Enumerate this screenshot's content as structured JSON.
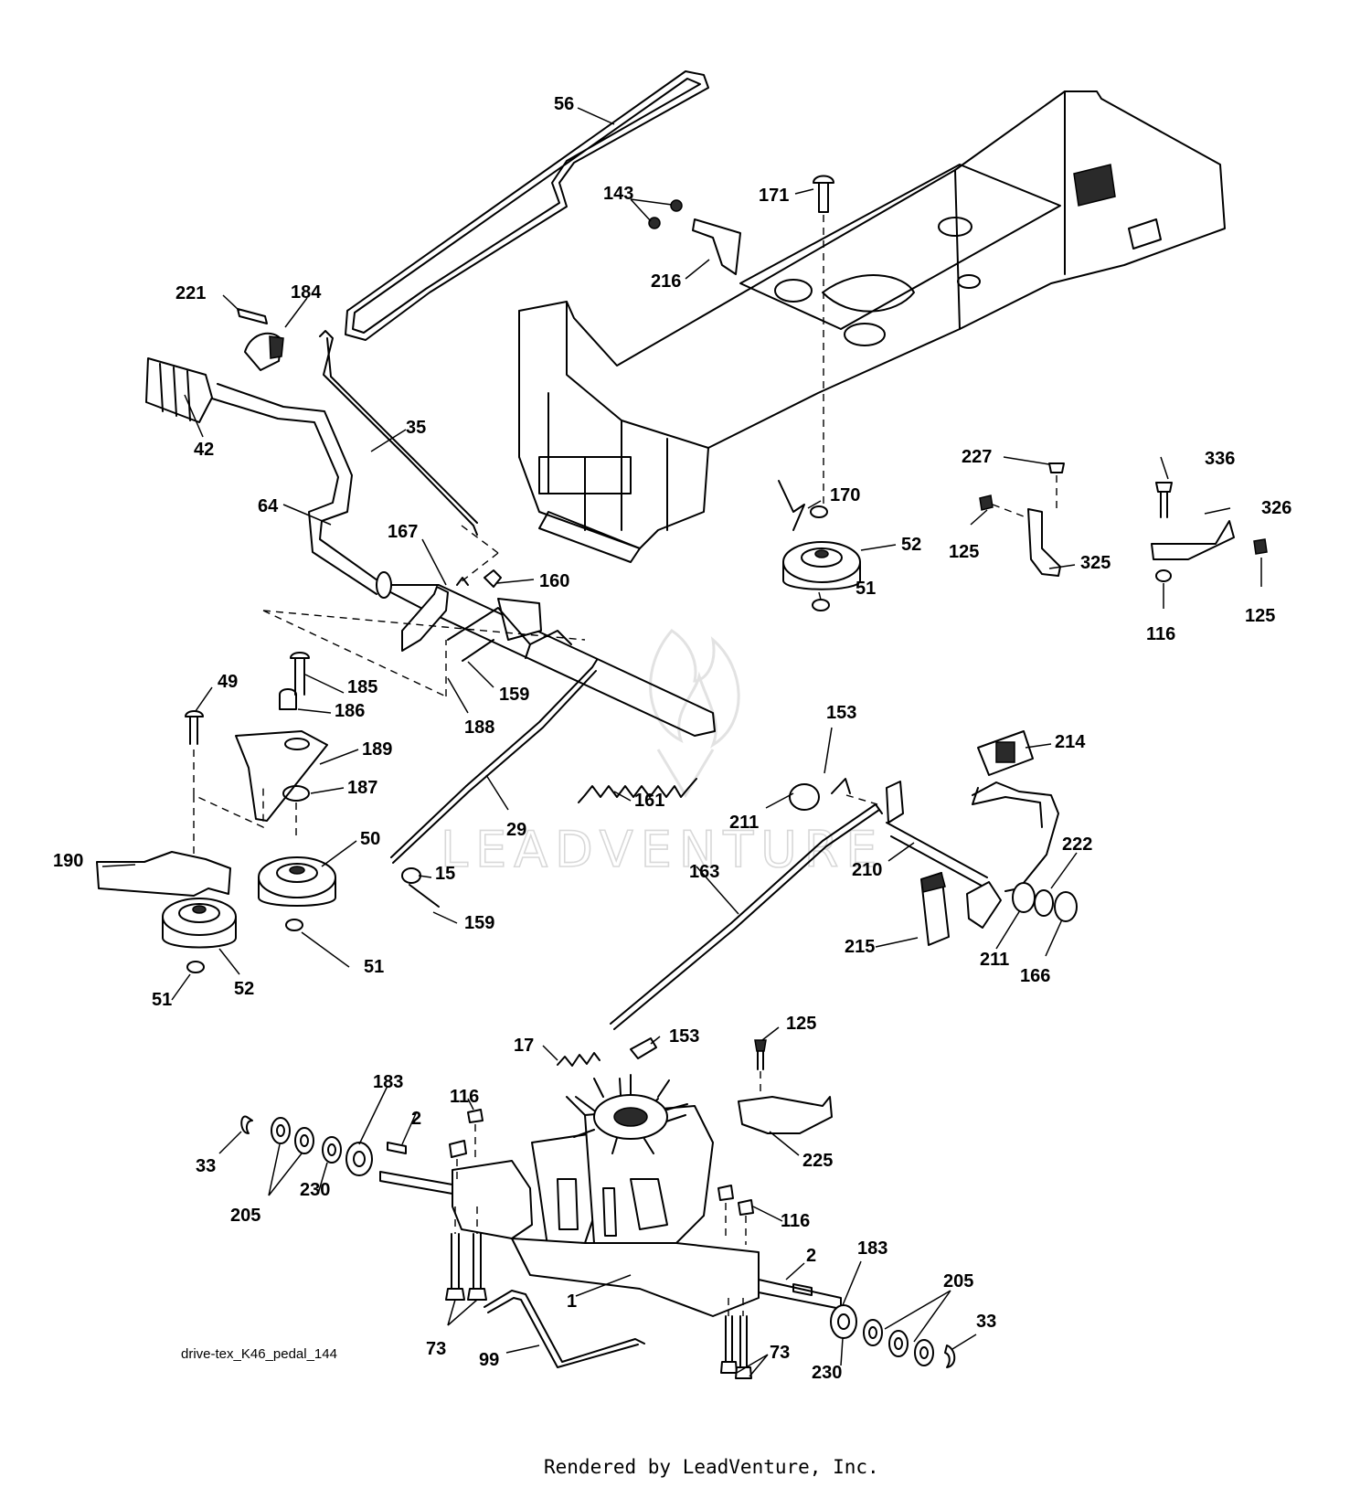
{
  "diagram": {
    "code": "drive-tex_K46_pedal_144",
    "credit": "Rendered by LeadVenture, Inc.",
    "watermark": "LEADVENTURE",
    "labels": [
      {
        "id": "56",
        "text": "56"
      },
      {
        "id": "143",
        "text": "143"
      },
      {
        "id": "171",
        "text": "171"
      },
      {
        "id": "216",
        "text": "216"
      },
      {
        "id": "221",
        "text": "221"
      },
      {
        "id": "184",
        "text": "184"
      },
      {
        "id": "42",
        "text": "42"
      },
      {
        "id": "35",
        "text": "35"
      },
      {
        "id": "64",
        "text": "64"
      },
      {
        "id": "167",
        "text": "167"
      },
      {
        "id": "160",
        "text": "160"
      },
      {
        "id": "227",
        "text": "227"
      },
      {
        "id": "336",
        "text": "336"
      },
      {
        "id": "326",
        "text": "326"
      },
      {
        "id": "170",
        "text": "170"
      },
      {
        "id": "52a",
        "text": "52"
      },
      {
        "id": "51a",
        "text": "51"
      },
      {
        "id": "125a",
        "text": "125"
      },
      {
        "id": "325",
        "text": "325"
      },
      {
        "id": "116a",
        "text": "116"
      },
      {
        "id": "125b",
        "text": "125"
      },
      {
        "id": "49",
        "text": "49"
      },
      {
        "id": "185",
        "text": "185"
      },
      {
        "id": "186",
        "text": "186"
      },
      {
        "id": "189",
        "text": "189"
      },
      {
        "id": "187",
        "text": "187"
      },
      {
        "id": "159a",
        "text": "159"
      },
      {
        "id": "188",
        "text": "188"
      },
      {
        "id": "153a",
        "text": "153"
      },
      {
        "id": "214",
        "text": "214"
      },
      {
        "id": "161",
        "text": "161"
      },
      {
        "id": "211a",
        "text": "211"
      },
      {
        "id": "29",
        "text": "29"
      },
      {
        "id": "50",
        "text": "50"
      },
      {
        "id": "190",
        "text": "190"
      },
      {
        "id": "15",
        "text": "15"
      },
      {
        "id": "163",
        "text": "163"
      },
      {
        "id": "210",
        "text": "210"
      },
      {
        "id": "222",
        "text": "222"
      },
      {
        "id": "159b",
        "text": "159"
      },
      {
        "id": "215",
        "text": "215"
      },
      {
        "id": "211b",
        "text": "211"
      },
      {
        "id": "166",
        "text": "166"
      },
      {
        "id": "51b",
        "text": "51"
      },
      {
        "id": "51c",
        "text": "51"
      },
      {
        "id": "52b",
        "text": "52"
      },
      {
        "id": "125c",
        "text": "125"
      },
      {
        "id": "17",
        "text": "17"
      },
      {
        "id": "153b",
        "text": "153"
      },
      {
        "id": "183a",
        "text": "183"
      },
      {
        "id": "116b",
        "text": "116"
      },
      {
        "id": "2a",
        "text": "2"
      },
      {
        "id": "33a",
        "text": "33"
      },
      {
        "id": "225",
        "text": "225"
      },
      {
        "id": "205a",
        "text": "205"
      },
      {
        "id": "230a",
        "text": "230"
      },
      {
        "id": "116c",
        "text": "116"
      },
      {
        "id": "2b",
        "text": "2"
      },
      {
        "id": "183b",
        "text": "183"
      },
      {
        "id": "1",
        "text": "1"
      },
      {
        "id": "205b",
        "text": "205"
      },
      {
        "id": "73a",
        "text": "73"
      },
      {
        "id": "33b",
        "text": "33"
      },
      {
        "id": "99",
        "text": "99"
      },
      {
        "id": "73b",
        "text": "73"
      },
      {
        "id": "230b",
        "text": "230"
      }
    ]
  }
}
